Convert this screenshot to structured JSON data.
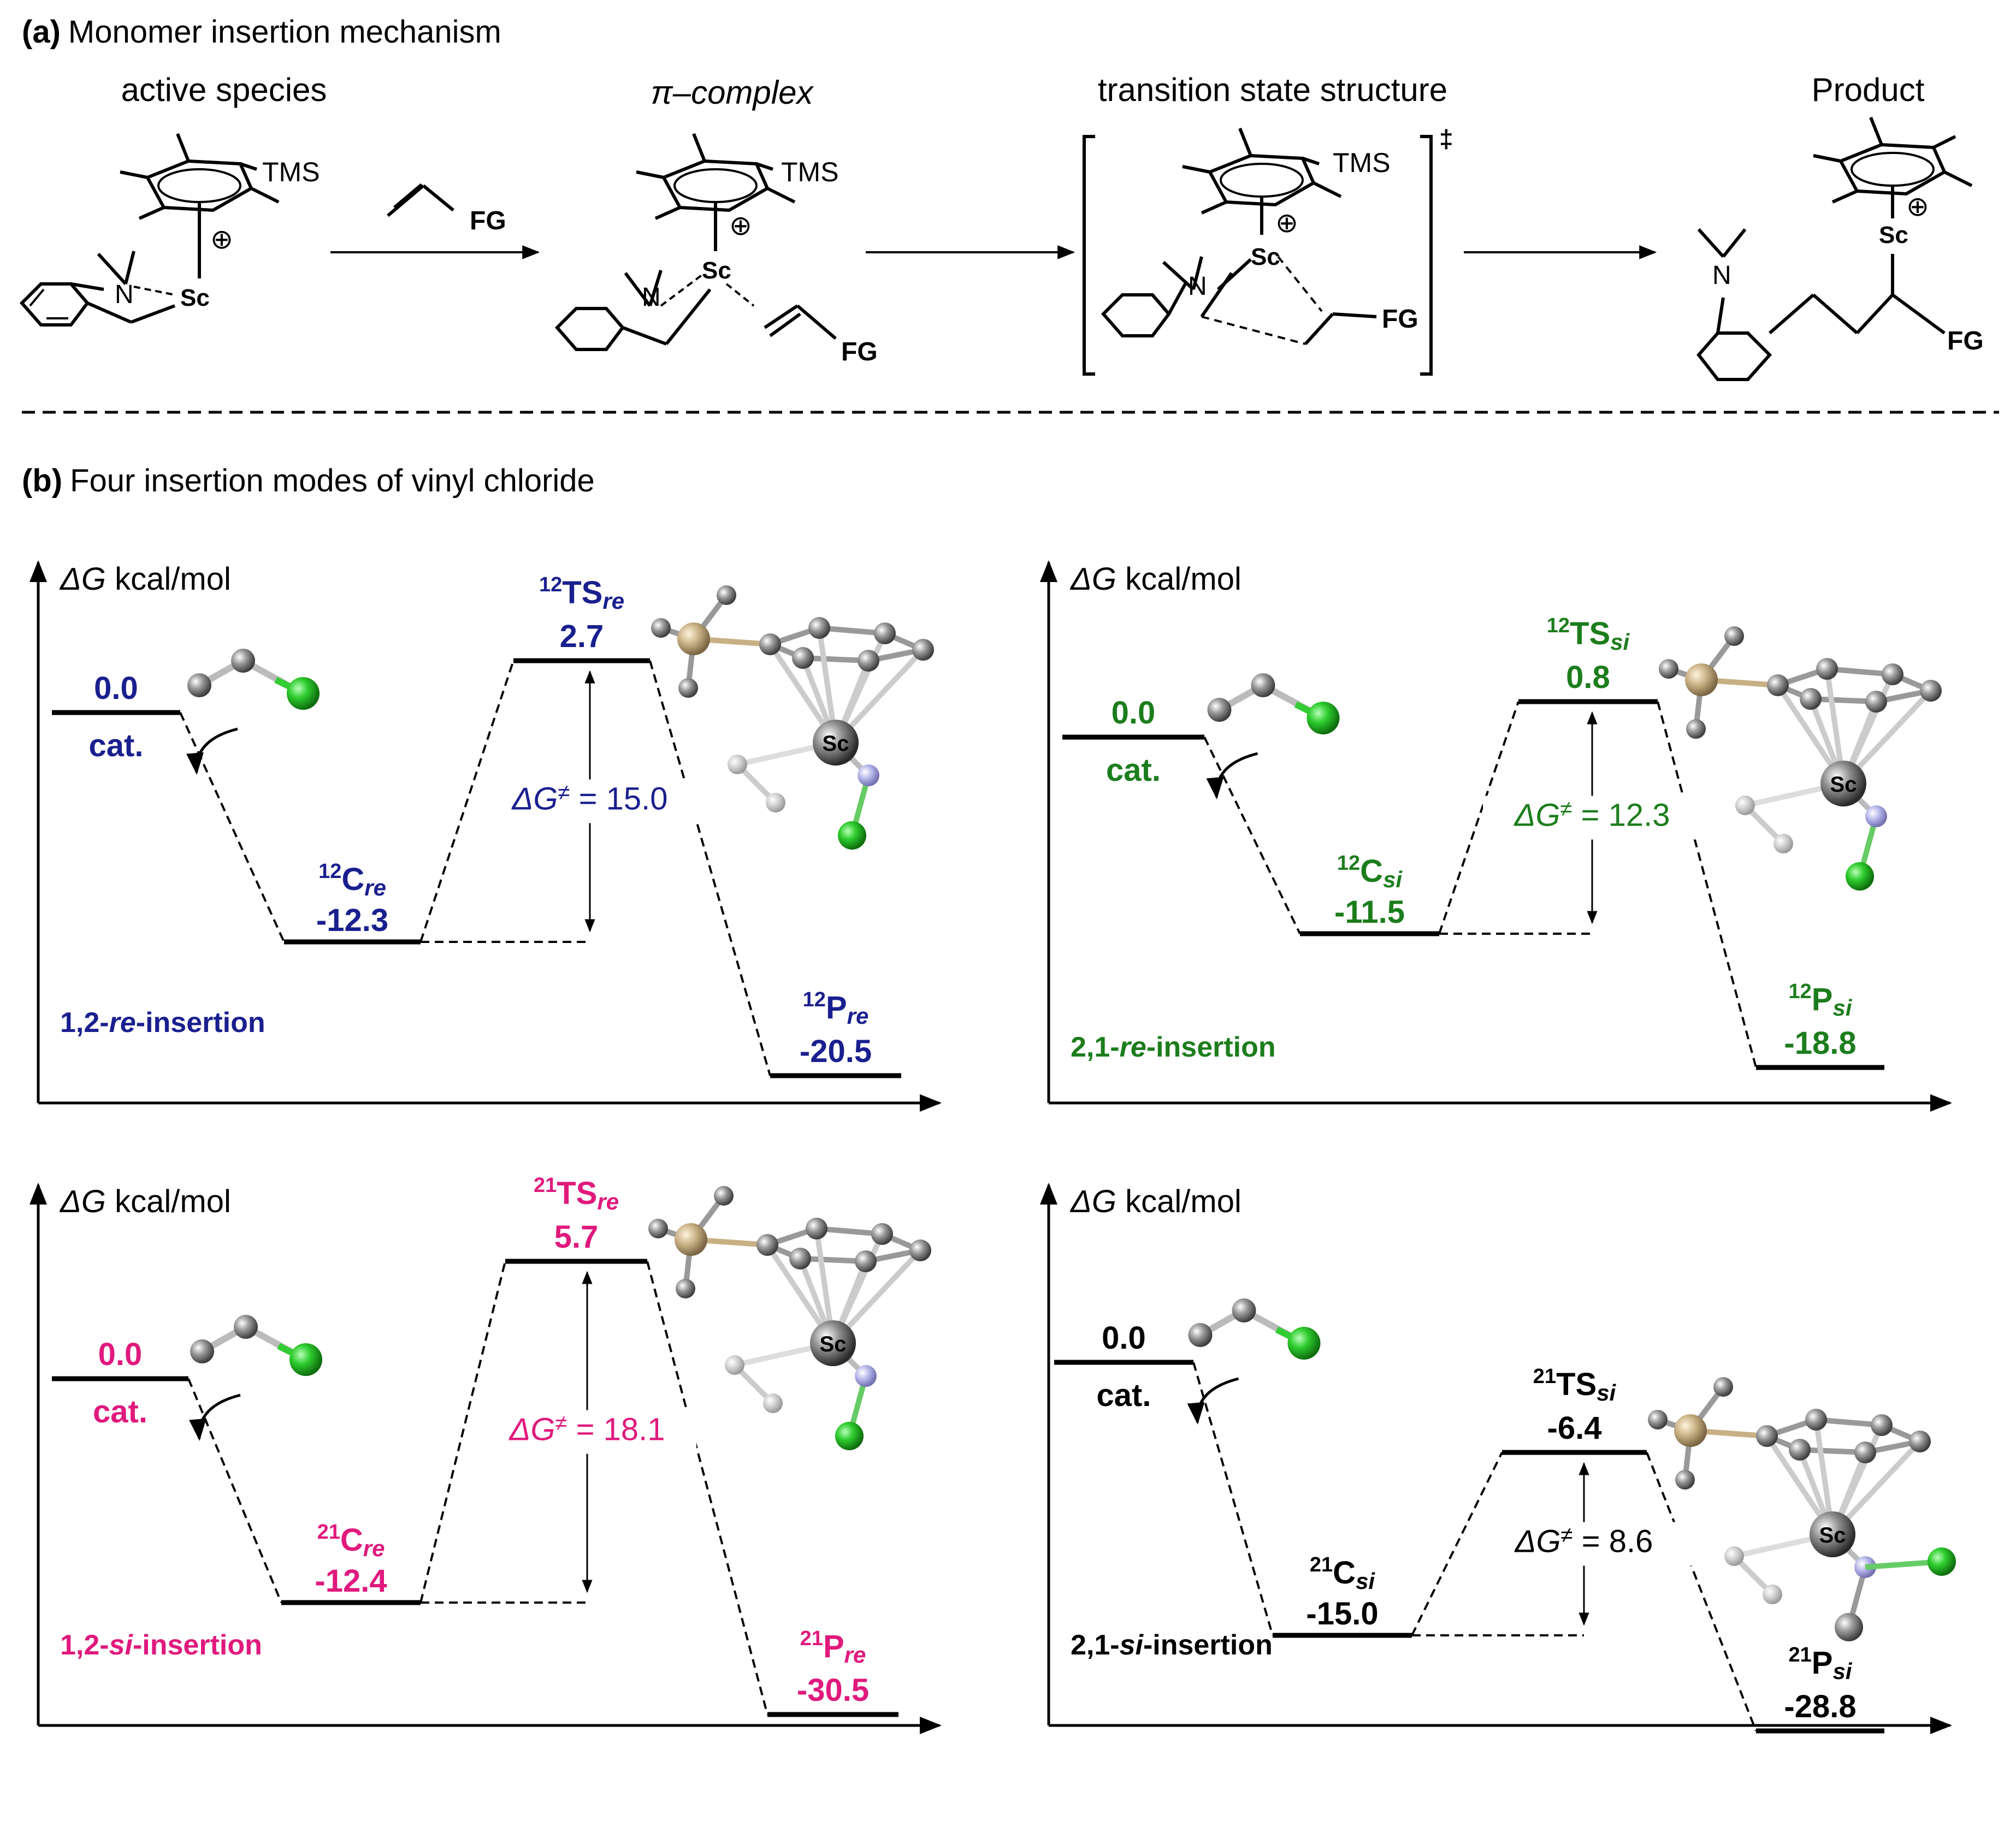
{
  "section_a": {
    "label": "(a)",
    "title": "Monomer insertion mechanism",
    "stages": [
      "active species",
      "π–complex",
      "transition state structure",
      "Product"
    ],
    "atom_labels": {
      "tms": "TMS",
      "sc": "Sc",
      "n": "N",
      "fg": "FG",
      "plus": "⊕",
      "dagger": "‡"
    }
  },
  "section_b": {
    "label": "(b)",
    "title": "Four insertion modes of vinyl chloride"
  },
  "colors": {
    "blue": "#1a1f8f",
    "green": "#1c7d1c",
    "magenta": "#e0197d",
    "black": "#000000",
    "chlorine": "#2ecc2e",
    "silicon": "#c8b084",
    "carbon": "#8a8a8a",
    "nitrogen": "#a8a8e0"
  },
  "panels": [
    {
      "id": "p1",
      "axis_label_symbol": "ΔG",
      "axis_label_unit": " kcal/mol",
      "mode_label": {
        "pre": "1,2-",
        "it": "re",
        "post": "-insertion"
      },
      "color": "#1a1f8f",
      "cat": {
        "value": "0.0",
        "label": "cat."
      },
      "complex": {
        "sup": "12",
        "base": "C",
        "sub": "re",
        "value": "-12.3"
      },
      "ts": {
        "sup": "12",
        "base": "TS",
        "sub": "re",
        "value": "2.7"
      },
      "product": {
        "sup": "12",
        "base": "P",
        "sub": "re",
        "value": "-20.5"
      },
      "barrier": {
        "symbol": "ΔG",
        "sym2": "≠",
        "text": " = 15.0"
      }
    },
    {
      "id": "p2",
      "axis_label_symbol": "ΔG",
      "axis_label_unit": " kcal/mol",
      "mode_label": {
        "pre": "2,1-",
        "it": "re",
        "post": "-insertion"
      },
      "color": "#1c7d1c",
      "cat": {
        "value": "0.0",
        "label": "cat."
      },
      "complex": {
        "sup": "12",
        "base": "C",
        "sub": "si",
        "value": "-11.5"
      },
      "ts": {
        "sup": "12",
        "base": "TS",
        "sub": "si",
        "value": "0.8"
      },
      "product": {
        "sup": "12",
        "base": "P",
        "sub": "si",
        "value": "-18.8"
      },
      "barrier": {
        "symbol": "ΔG",
        "sym2": "≠",
        "text": " = 12.3"
      }
    },
    {
      "id": "p3",
      "axis_label_symbol": "ΔG",
      "axis_label_unit": " kcal/mol",
      "mode_label": {
        "pre": "1,2-",
        "it": "si",
        "post": "-insertion"
      },
      "color": "#e0197d",
      "cat": {
        "value": "0.0",
        "label": "cat."
      },
      "complex": {
        "sup": "21",
        "base": "C",
        "sub": "re",
        "value": "-12.4"
      },
      "ts": {
        "sup": "21",
        "base": "TS",
        "sub": "re",
        "value": "5.7"
      },
      "product": {
        "sup": "21",
        "base": "P",
        "sub": "re",
        "value": "-30.5"
      },
      "barrier": {
        "symbol": "ΔG",
        "sym2": "≠",
        "text": " = 18.1"
      }
    },
    {
      "id": "p4",
      "axis_label_symbol": "ΔG",
      "axis_label_unit": " kcal/mol",
      "mode_label": {
        "pre": "2,1-",
        "it": "si",
        "post": "-insertion"
      },
      "color": "#000000",
      "cat": {
        "value": "0.0",
        "label": "cat."
      },
      "complex": {
        "sup": "21",
        "base": "C",
        "sub": "si",
        "value": "-15.0"
      },
      "ts": {
        "sup": "21",
        "base": "TS",
        "sub": "si",
        "value": "-6.4"
      },
      "product": {
        "sup": "21",
        "base": "P",
        "sub": "si",
        "value": "-28.8"
      },
      "barrier": {
        "symbol": "ΔG",
        "sym2": "≠",
        "text": " = 8.6"
      }
    }
  ]
}
